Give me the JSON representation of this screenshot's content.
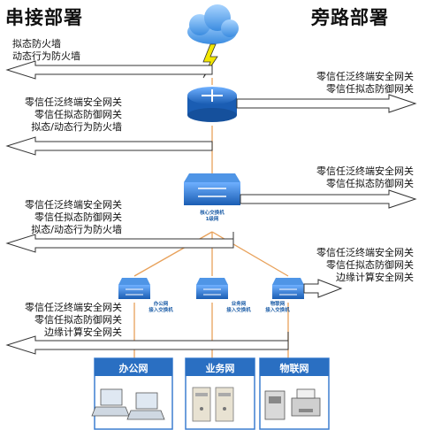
{
  "titles": {
    "serial": "串接部署",
    "bypass": "旁路部署"
  },
  "labels": {
    "top_left": [
      "拟态防火墙",
      "动态行为防火墙"
    ],
    "router_right": [
      "零信任泛终端安全网关",
      "零信任拟态防御网关"
    ],
    "router_left": [
      "零信任泛终端安全网关",
      "零信任拟态防御网关",
      "拟态/动态行为防火墙"
    ],
    "core_right": [
      "零信任泛终端安全网关",
      "零信任拟态防御网关"
    ],
    "core_left": [
      "零信任泛终端安全网关",
      "零信任拟态防御网关",
      "拟态/动态行为防火墙"
    ],
    "access_right": [
      "零信任泛终端安全网关",
      "零信任拟态防御网关",
      "边缘计算安全网关"
    ],
    "access_left": [
      "零信任泛终端安全网关",
      "零信任拟态防御网关",
      "边缘计算安全网关"
    ]
  },
  "devices": {
    "core_switch": [
      "核心交换机",
      "1级网"
    ],
    "switch_office": [
      "办公网",
      "接入交换机"
    ],
    "switch_business": [
      "业务网",
      "接入交换机"
    ],
    "switch_iot": [
      "物联网",
      "接入交换机"
    ]
  },
  "zones": {
    "office": "办公网",
    "business": "业务网",
    "iot": "物联网"
  },
  "colors": {
    "link": "#e8a15a",
    "device": "#2a6fc2",
    "zone_border": "#3d7fd0"
  }
}
